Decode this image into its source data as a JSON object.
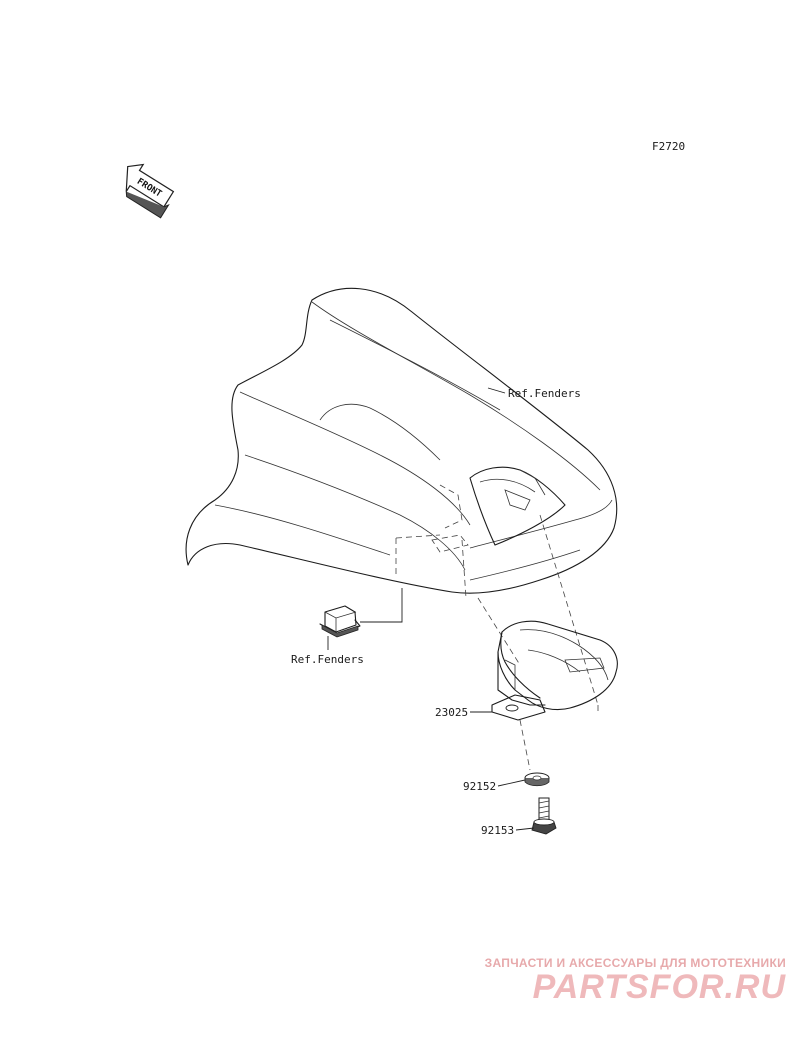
{
  "figure_code": "F2720",
  "front_badge": "FRONT",
  "labels": {
    "ref_fenders_top": "Ref.Fenders",
    "ref_fenders_left": "Ref.Fenders",
    "part_23025": "23025",
    "part_92152": "92152",
    "part_92153": "92153"
  },
  "watermark": {
    "tagline": "ЗАПЧАСТИ И АКСЕССУАРЫ ДЛЯ МОТОТЕХНИКИ",
    "logo": "PARTSFOR.RU",
    "color": "#e7a9ab"
  }
}
